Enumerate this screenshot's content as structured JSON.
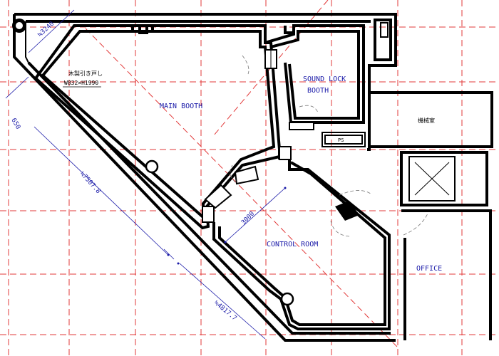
{
  "rooms": {
    "main_booth": "MAIN BOOTH",
    "sound_lock_line1": "SOUND LOCK",
    "sound_lock_line2": "BOOTH",
    "control_room": "CONTROL ROOM",
    "office": "OFFICE",
    "equipment_room": "機械室",
    "ps": "PS"
  },
  "dimensions": {
    "top_edge": "≒3240",
    "left_offset": "650",
    "diagonal_upper": "≒7507.8",
    "diagonal_lower": "≒4817.7",
    "control_room_width": "3000"
  },
  "annotations": {
    "door_note_line1": "木製引き戸し",
    "door_note_line2": "W832×H1990"
  },
  "colors": {
    "walls": "#000000",
    "grid": "#e23a3a",
    "dimensions": "#1a1aa8"
  }
}
